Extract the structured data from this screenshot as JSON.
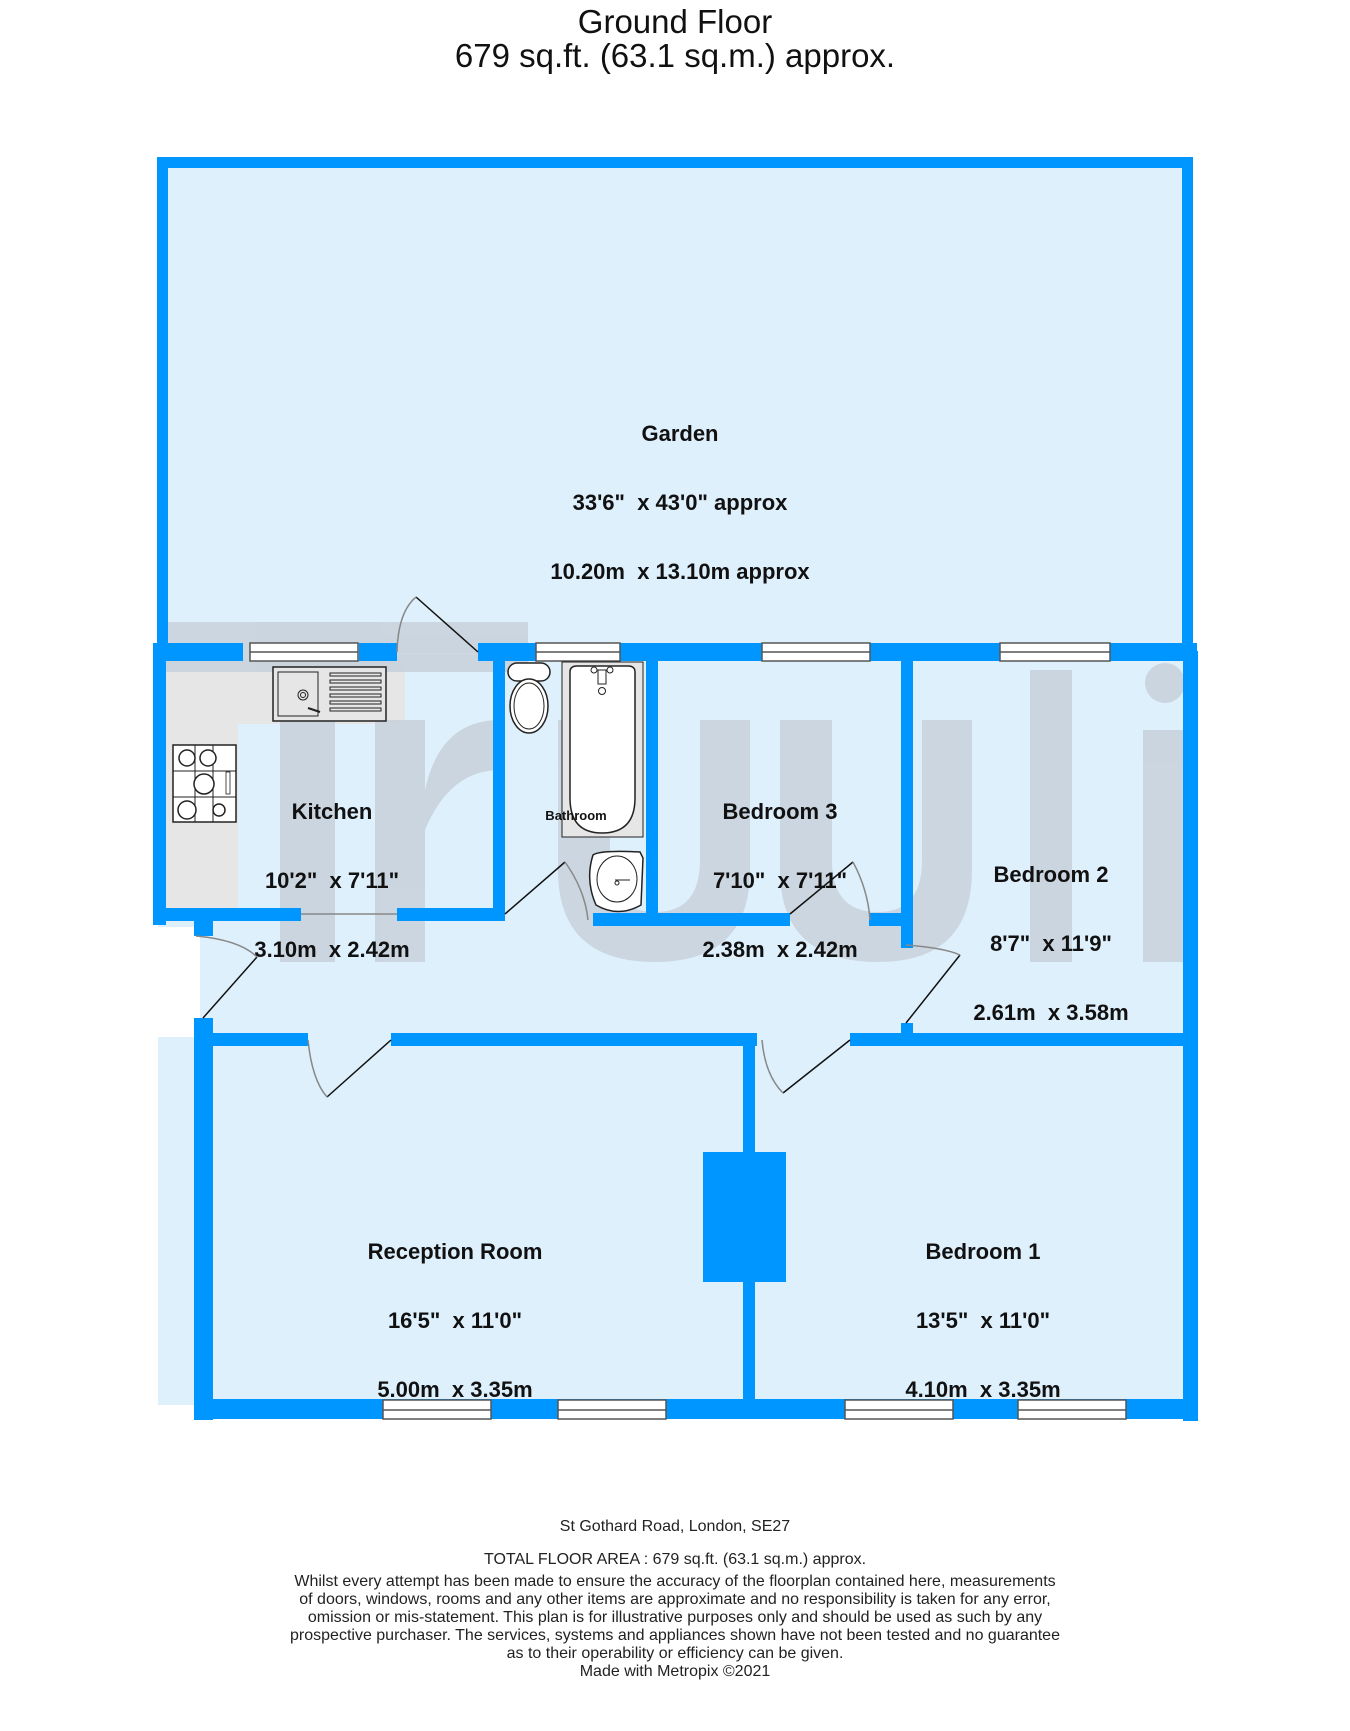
{
  "header": {
    "floor_name": "Ground Floor",
    "floor_area": "679 sq.ft. (63.1 sq.m.) approx."
  },
  "colors": {
    "wall": "#0096ff",
    "room_fill": "#dff0fd",
    "worktop": "#e6e6e6",
    "watermark": "#c9d3dd",
    "window_line": "#555555",
    "text": "#111111"
  },
  "watermark": {
    "text": "Truli"
  },
  "rooms": [
    {
      "id": "garden",
      "name": "Garden",
      "dim_imperial": "33'6\"  x 43'0\" approx",
      "dim_metric": "10.20m  x 13.10m approx"
    },
    {
      "id": "kitchen",
      "name": "Kitchen",
      "dim_imperial": "10'2\"  x 7'11\"",
      "dim_metric": "3.10m  x 2.42m"
    },
    {
      "id": "bathroom",
      "name": "Bathroom"
    },
    {
      "id": "bedroom3",
      "name": "Bedroom 3",
      "dim_imperial": "7'10\"  x 7'11\"",
      "dim_metric": "2.38m  x 2.42m"
    },
    {
      "id": "bedroom2",
      "name": "Bedroom 2",
      "dim_imperial": "8'7\"  x 11'9\"",
      "dim_metric": "2.61m  x 3.58m"
    },
    {
      "id": "reception",
      "name": "Reception Room",
      "dim_imperial": "16'5\"  x 11'0\"",
      "dim_metric": "5.00m  x 3.35m"
    },
    {
      "id": "bedroom1",
      "name": "Bedroom 1",
      "dim_imperial": "13'5\"  x 11'0\"",
      "dim_metric": "4.10m  x 3.35m"
    }
  ],
  "fixtures": [
    "sink-icon",
    "hob-icon",
    "toilet-icon",
    "bath-icon",
    "basin-icon"
  ],
  "footer": {
    "address": "St Gothard Road, London, SE27",
    "total_area": "TOTAL FLOOR AREA : 679 sq.ft. (63.1 sq.m.) approx.",
    "disclaimer_lines": [
      "Whilst every attempt has been made to ensure the accuracy of the floorplan contained here, measurements",
      "of doors, windows, rooms and any other items are approximate and no responsibility is taken for any error,",
      "omission or mis-statement. This plan is for illustrative purposes only and should be used as such by any",
      "prospective purchaser. The services, systems and appliances shown have not been tested and no guarantee",
      "as to their operability or efficiency can be given."
    ],
    "credit": "Made with Metropix ©2021"
  }
}
